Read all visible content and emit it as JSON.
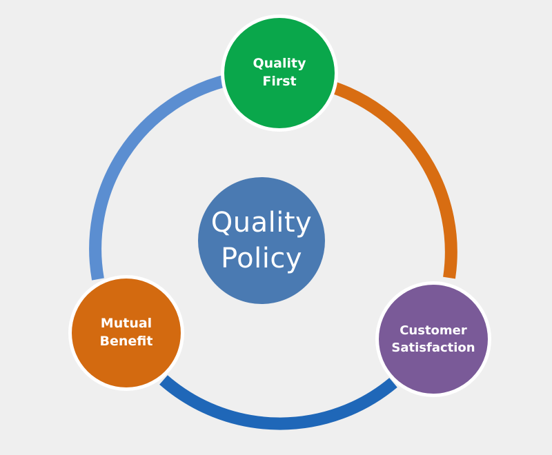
{
  "diagram": {
    "center": {
      "line1": "Quality",
      "line2": "Policy",
      "color": "#4a7ab2"
    },
    "nodes": {
      "top": {
        "line1": "Quality",
        "line2": "First",
        "color": "#0aa74b"
      },
      "left": {
        "line1": "Mutual",
        "line2": "Benefit",
        "color": "#d36a10"
      },
      "right": {
        "line1": "Customer",
        "line2": "Satisfaction",
        "color": "#7a5a98"
      }
    },
    "ring_colors": {
      "top_right_arc": "#d86d12",
      "bottom_arc": "#1f67b8",
      "left_arc": "#5b8ed1"
    }
  }
}
